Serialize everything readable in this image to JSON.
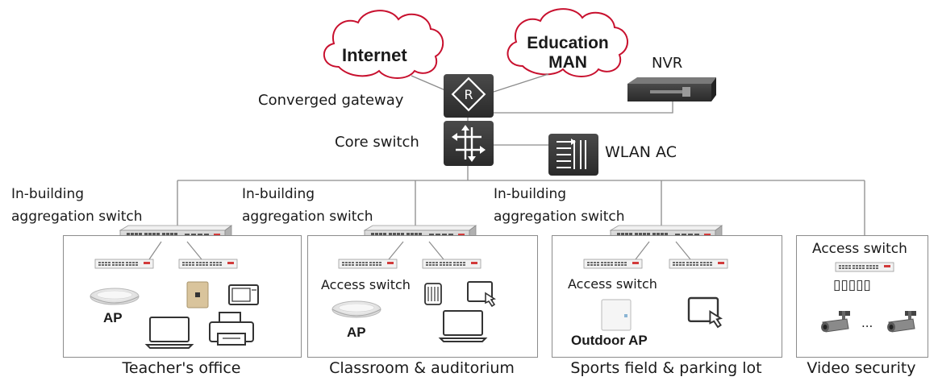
{
  "clouds": {
    "internet": "Internet",
    "education_line1": "Education",
    "education_line2": "MAN"
  },
  "core": {
    "gateway_label": "Converged gateway",
    "core_switch_label": "Core switch",
    "nvr_label": "NVR",
    "wlan_ac_label": "WLAN AC"
  },
  "aggregation": {
    "line1": "In-building",
    "line2": "aggregation switch"
  },
  "zones": [
    {
      "caption": "Teacher's office",
      "ap_label": "AP"
    },
    {
      "caption": "Classroom & auditorium",
      "access_label": "Access switch",
      "ap_label": "AP"
    },
    {
      "caption": "Sports field & parking lot",
      "access_label": "Access switch",
      "ap_label": "Outdoor AP"
    },
    {
      "caption": "Video security",
      "access_label": "Access switch",
      "camera_marks": "▯▯▯▯▯",
      "ellipsis": "..."
    }
  ],
  "colors": {
    "cloud_stroke": "#c8102e",
    "device_dark": "#3d3d3d",
    "line": "#8c8c8c",
    "switch_body": "#d9d9d9",
    "port_red": "#d23a3a"
  }
}
